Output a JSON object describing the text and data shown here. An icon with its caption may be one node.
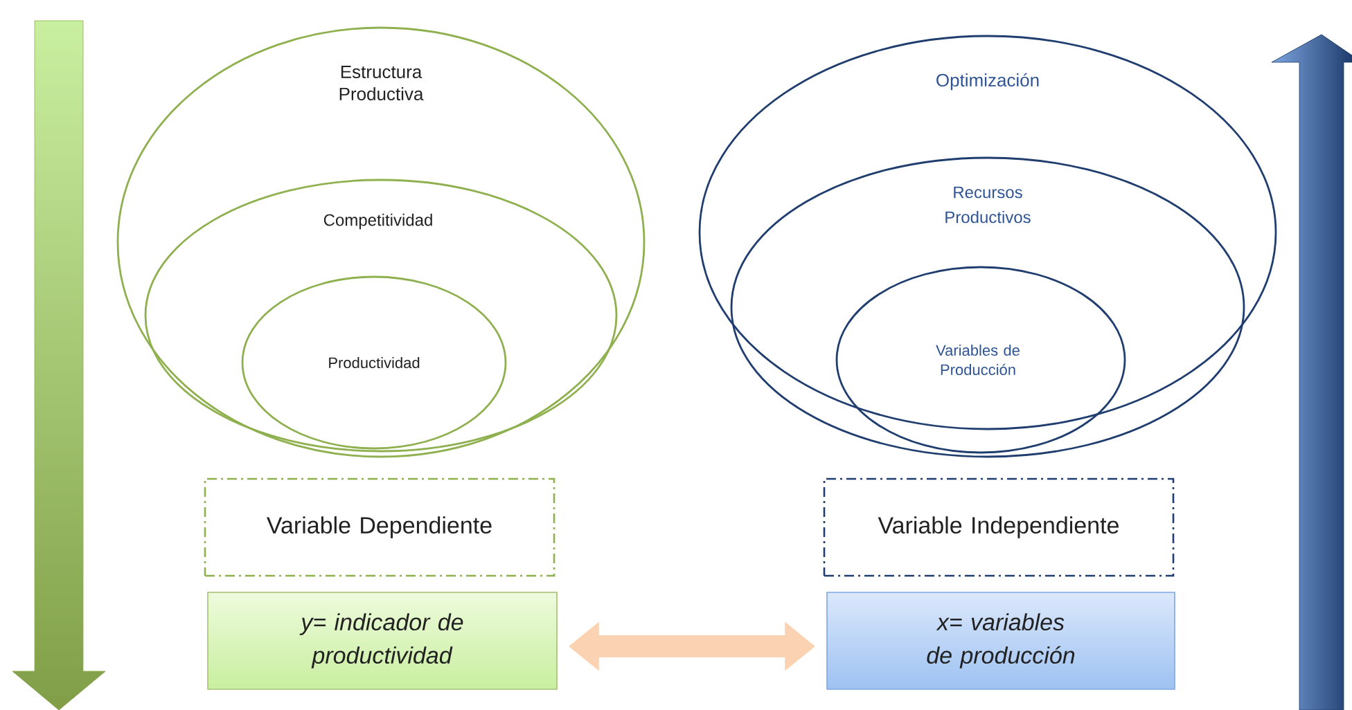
{
  "diagram": {
    "nodes": [
      {
        "text": [
          "Estructura Productiva"
        ]
      },
      {
        "text": [
          "Competitividad"
        ],
        "in": 0
      },
      {
        "text": [
          "Productividad"
        ],
        "in": 1
      },
      {
        "text": [
          "Optimización"
        ]
      },
      {
        "text": [
          "Recursos Productivos"
        ]
      },
      {
        "text": [
          "Variables de Producción"
        ],
        "in": 4
      },
      {
        "text": [
          "Variable Dependiente"
        ]
      },
      {
        "text": [
          "*y= indicador de productividad*"
        ]
      },
      {
        "text": [
          "Variable Independiente"
        ]
      },
      {
        "text": [
          "*x= variables de producción*"
        ]
      }
    ],
    "edges": [
      {
        "from": 7,
        "to": 9,
        "arrow": "both"
      }
    ]
  }
}
